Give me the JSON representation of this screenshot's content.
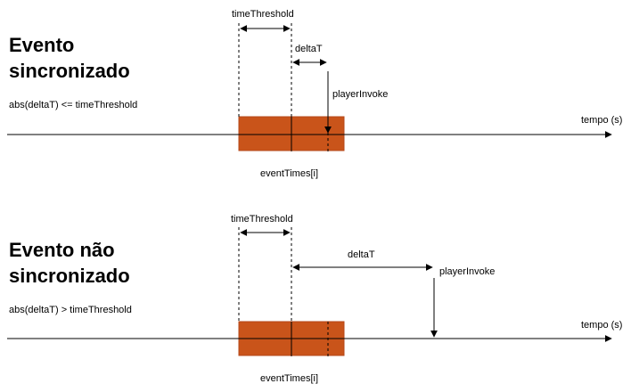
{
  "colors": {
    "event_block": "#c9541a",
    "event_block_border": "#b5471a",
    "line": "#000000",
    "background": "#ffffff"
  },
  "sync": {
    "heading_line1": "Evento",
    "heading_line2": "sincronizado",
    "condition": "abs(deltaT) <= timeThreshold",
    "time_threshold_label": "timeThreshold",
    "delta_label": "deltaT",
    "player_label": "playerInvoke",
    "axis_label": "tempo (s)",
    "event_label": "eventTimes[i]"
  },
  "unsync": {
    "heading_line1": "Evento não",
    "heading_line2": "sincronizado",
    "condition": "abs(deltaT) > timeThreshold",
    "time_threshold_label": "timeThreshold",
    "delta_label": "deltaT",
    "player_label": "playerInvoke",
    "axis_label": "tempo (s)",
    "event_label": "eventTimes[i]"
  }
}
